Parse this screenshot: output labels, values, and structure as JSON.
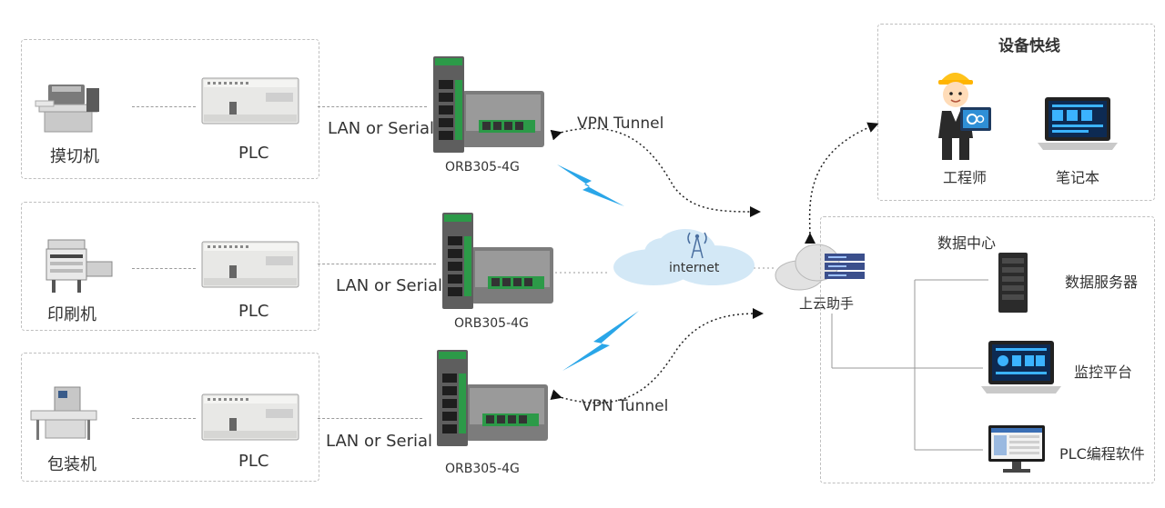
{
  "rows": [
    {
      "machine_label": "摸切机",
      "plc_label": "PLC",
      "link_label": "LAN or Serial",
      "router_label": "ORB305-4G"
    },
    {
      "machine_label": "印刷机",
      "plc_label": "PLC",
      "link_label": "LAN or Serial",
      "router_label": "ORB305-4G"
    },
    {
      "machine_label": "包装机",
      "plc_label": "PLC",
      "link_label": "LAN or Serial",
      "router_label": "ORB305-4G"
    }
  ],
  "tunnels": {
    "top": "VPN Tunnel",
    "bottom": "VPN Tunnel"
  },
  "internet_label": "internet",
  "cloud_helper_label": "上云助手",
  "remote_panel": {
    "title": "设备快线",
    "engineer_label": "工程师",
    "laptop_label": "笔记本"
  },
  "datacenter_panel": {
    "title": "数据中心",
    "items": [
      {
        "label": "数据服务器",
        "icon": "server-icon"
      },
      {
        "label": "监控平台",
        "icon": "laptop-icon"
      },
      {
        "label": "PLC编程软件",
        "icon": "monitor-icon"
      }
    ]
  },
  "colors": {
    "accent_green": "#2c9a48",
    "lightning_blue": "#2aa6e8",
    "cloud_blue": "#cfe6f6"
  }
}
